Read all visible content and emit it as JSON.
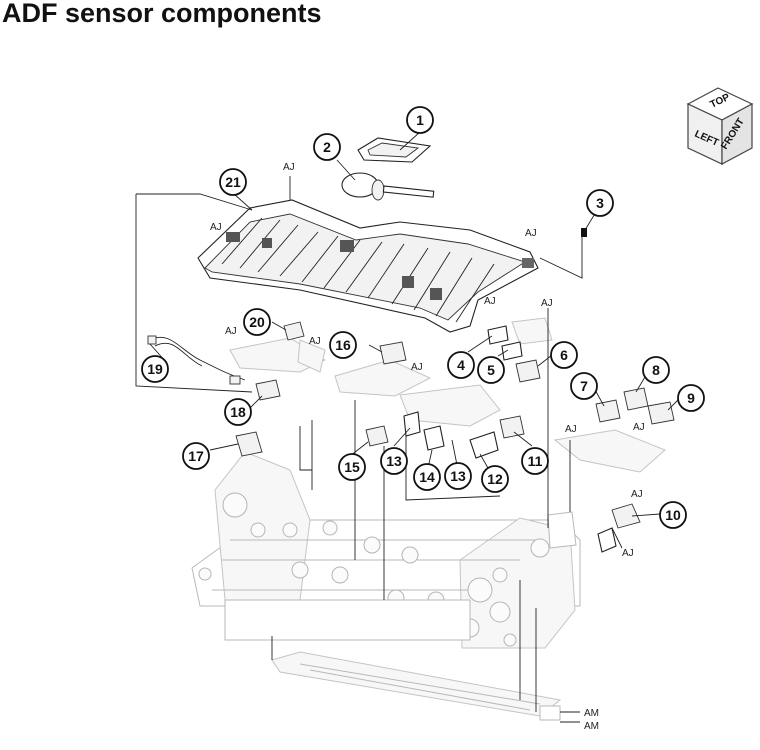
{
  "title": "ADF sensor components",
  "orientation_cube": {
    "top": "TOP",
    "left": "LEFT",
    "front": "FRONT"
  },
  "callouts": [
    "1",
    "2",
    "3",
    "4",
    "5",
    "6",
    "7",
    "8",
    "9",
    "10",
    "11",
    "12",
    "13",
    "14",
    "15",
    "16",
    "17",
    "18",
    "19",
    "20",
    "21"
  ],
  "reference_labels": {
    "aj": "AJ",
    "am": "AM"
  }
}
